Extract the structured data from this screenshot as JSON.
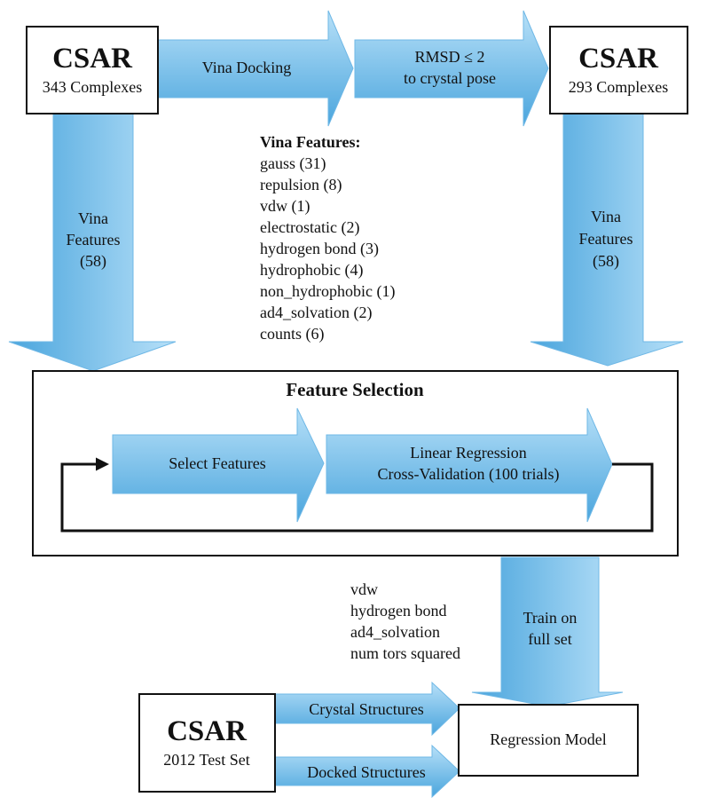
{
  "colors": {
    "arrow_light": "#b7e0f8",
    "arrow_dark": "#4aa5dd",
    "arrow_edge": "#6fb8e6",
    "box_stroke": "#111111",
    "text": "#111111"
  },
  "csar_train": {
    "title": "CSAR",
    "subtitle": "343 Complexes"
  },
  "csar_filtered": {
    "title": "CSAR",
    "subtitle": "293 Complexes"
  },
  "csar_test": {
    "title": "CSAR",
    "subtitle": "2012 Test Set"
  },
  "arrows": {
    "vina_docking": "Vina Docking",
    "rmsd_line1": "RMSD ≤ 2",
    "rmsd_line2": "to crystal pose",
    "left_features": [
      "Vina",
      "Features",
      "(58)"
    ],
    "right_features": [
      "Vina",
      "Features",
      "(58)"
    ],
    "select_features": "Select Features",
    "linear_line1": "Linear Regression",
    "linear_line2": "Cross-Validation (100 trials)",
    "train_lines": [
      "Train on",
      "full set"
    ],
    "crystal_structures": "Crystal Structures",
    "docked_structures": "Docked Structures"
  },
  "vina_features": {
    "heading": "Vina Features:",
    "items": [
      "gauss (31)",
      "repulsion (8)",
      "vdw (1)",
      "electrostatic (2)",
      "hydrogen bond (3)",
      "hydrophobic (4)",
      "non_hydrophobic (1)",
      "ad4_solvation (2)",
      "counts (6)"
    ]
  },
  "feature_selection": {
    "title": "Feature Selection"
  },
  "selected_features": [
    "vdw",
    "hydrogen bond",
    "ad4_solvation",
    "num tors squared"
  ],
  "regression_model": {
    "label": "Regression Model"
  }
}
